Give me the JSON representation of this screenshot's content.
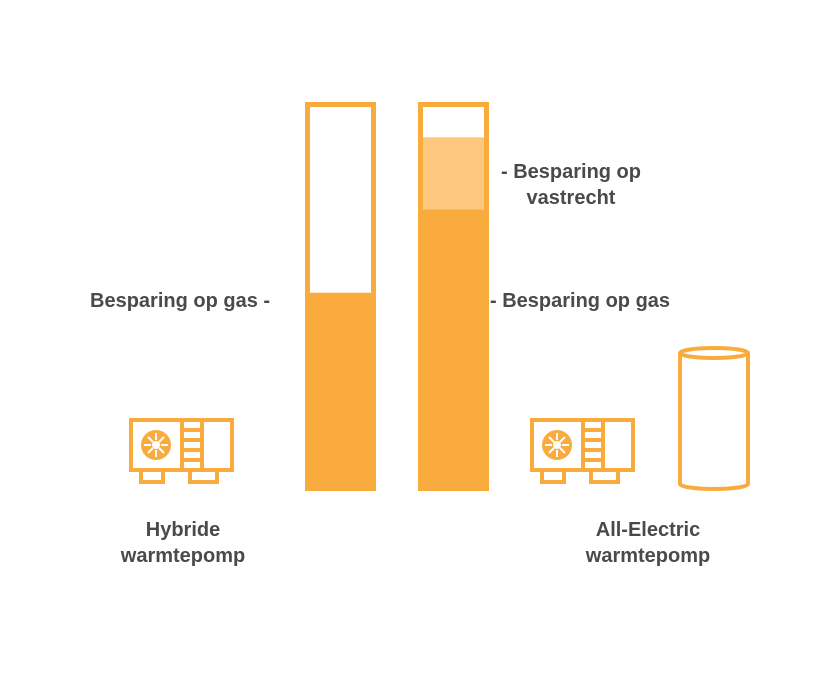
{
  "colors": {
    "accent": "#F9AC3D",
    "accent_light": "#FDC77D",
    "text": "#4a4a4a"
  },
  "bars": [
    {
      "name": "hybride",
      "gas_savings_fraction": 0.51,
      "fixed_charge_savings_fraction": 0
    },
    {
      "name": "all-electric",
      "gas_savings_fraction": 0.73,
      "fixed_charge_savings_fraction": 0.19
    }
  ],
  "labels": {
    "hybrid_gas": "Besparing op gas -",
    "electric_fixed_line1": "- Besparing op",
    "electric_fixed_line2": "vastrecht",
    "electric_gas": "- Besparing op gas",
    "hybrid_title_line1": "Hybride",
    "hybrid_title_line2": "warmtepomp",
    "electric_title_line1": "All-Electric",
    "electric_title_line2": "warmtepomp"
  },
  "icons": [
    "heat-pump-icon",
    "heat-pump-icon",
    "boiler-cylinder-icon"
  ]
}
